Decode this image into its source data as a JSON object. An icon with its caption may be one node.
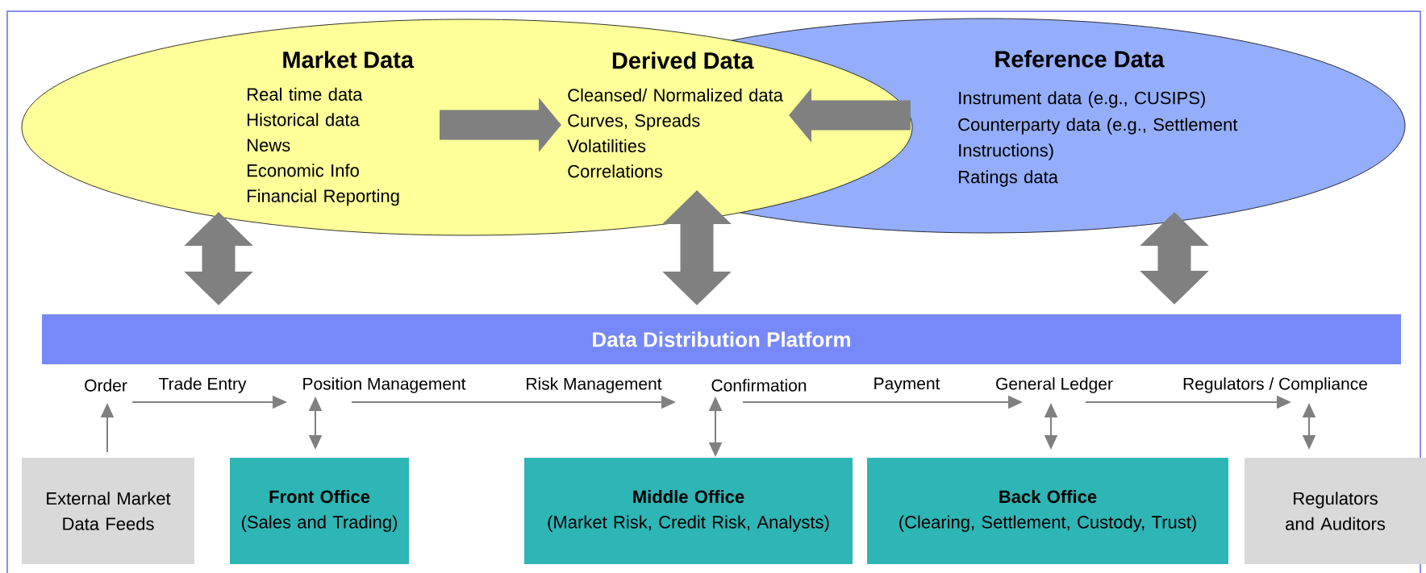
{
  "diagram": {
    "nodes": [
      {
        "text": [],
        "shape": "ellipse"
      },
      {
        "text": [
          "Market Data",
          "Real time data",
          "Historical data",
          "News",
          "Economic Info",
          "Financial Reporting"
        ],
        "in": 0
      },
      {
        "text": [
          "Derived Data",
          "Cleansed/ Normalized data",
          "Curves, Spreads",
          "Volatilities",
          "Correlations"
        ]
      },
      {
        "text": [
          "Reference Data",
          "Instrument data (e.g., CUSIPS)",
          "Counterparty data (e.g., Settlement Instructions)",
          "Ratings data"
        ]
      },
      {
        "text": [
          "Data Distribution Platform"
        ]
      },
      {
        "text": [
          "Order"
        ]
      },
      {
        "text": [
          "Position Management"
        ]
      },
      {
        "text": [
          "Confirmation"
        ]
      },
      {
        "text": [
          "General Ledger"
        ]
      },
      {
        "text": [
          "Regulators / Compliance"
        ]
      },
      {
        "text": [
          "External Market Data Feeds"
        ]
      },
      {
        "text": [
          "Front Office",
          "(Sales and Trading)"
        ]
      },
      {
        "text": [
          "Middle Office",
          "(Market Risk, Credit Risk, Analysts)"
        ]
      },
      {
        "text": [
          "Back Office",
          "(Clearing, Settlement, Custody, Trust)"
        ]
      },
      {
        "text": [
          "Regulators and Auditors"
        ]
      }
    ],
    "edges": [
      {
        "from": 1,
        "to": 2,
        "arrow": "to",
        "style": "thick"
      },
      {
        "from": 3,
        "to": 2,
        "arrow": "to",
        "style": "thick"
      },
      {
        "from": 0,
        "to": 4,
        "arrow": "both",
        "style": "thick"
      },
      {
        "from": 2,
        "to": 4,
        "arrow": "both",
        "style": "thick"
      },
      {
        "from": 3,
        "to": 4,
        "arrow": "both",
        "style": "thick"
      },
      {
        "from": 5,
        "to": 6,
        "arrow": "to",
        "label": "Trade Entry"
      },
      {
        "from": 6,
        "to": 7,
        "arrow": "to",
        "label": "Risk Management"
      },
      {
        "from": 7,
        "to": 8,
        "arrow": "to",
        "label": "Payment"
      },
      {
        "from": 8,
        "to": 9,
        "arrow": "to"
      },
      {
        "from": 10,
        "to": 5,
        "arrow": "to"
      },
      {
        "from": 6,
        "to": 11,
        "arrow": "both"
      },
      {
        "from": 7,
        "to": 12,
        "arrow": "both"
      },
      {
        "from": 8,
        "to": 13,
        "arrow": "both"
      },
      {
        "from": 9,
        "to": 14,
        "arrow": "both"
      }
    ]
  }
}
